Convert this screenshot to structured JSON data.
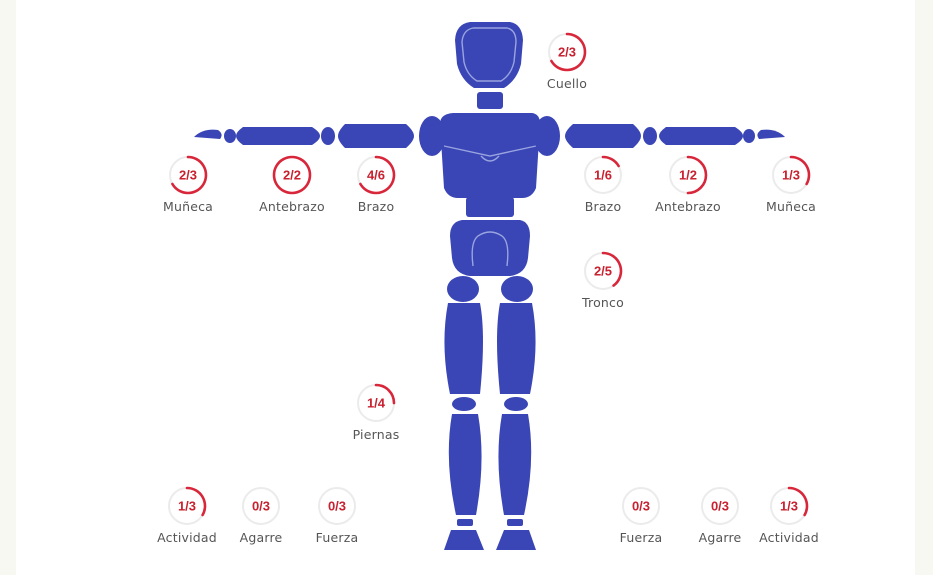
{
  "colors": {
    "figure": "#3a46b5",
    "figure_line": "#9aa4e0",
    "progress": "#d8263a",
    "ring": "#ebebeb"
  },
  "indicators": [
    {
      "id": "cuello",
      "label": "Cuello",
      "value": "2/3",
      "done": 2,
      "total": 3
    },
    {
      "id": "muneca-right",
      "label": "Muñeca",
      "value": "2/3",
      "done": 2,
      "total": 3
    },
    {
      "id": "antebrazo-right",
      "label": "Antebrazo",
      "value": "2/2",
      "done": 2,
      "total": 2
    },
    {
      "id": "brazo-right",
      "label": "Brazo",
      "value": "4/6",
      "done": 4,
      "total": 6
    },
    {
      "id": "brazo-left",
      "label": "Brazo",
      "value": "1/6",
      "done": 1,
      "total": 6
    },
    {
      "id": "antebrazo-left",
      "label": "Antebrazo",
      "value": "1/2",
      "done": 1,
      "total": 2
    },
    {
      "id": "muneca-left",
      "label": "Muñeca",
      "value": "1/3",
      "done": 1,
      "total": 3
    },
    {
      "id": "tronco",
      "label": "Tronco",
      "value": "2/5",
      "done": 2,
      "total": 5
    },
    {
      "id": "piernas",
      "label": "Piernas",
      "value": "1/4",
      "done": 1,
      "total": 4
    },
    {
      "id": "actividad-right",
      "label": "Actividad",
      "value": "1/3",
      "done": 1,
      "total": 3
    },
    {
      "id": "agarre-right",
      "label": "Agarre",
      "value": "0/3",
      "done": 0,
      "total": 3
    },
    {
      "id": "fuerza-right",
      "label": "Fuerza",
      "value": "0/3",
      "done": 0,
      "total": 3
    },
    {
      "id": "fuerza-left",
      "label": "Fuerza",
      "value": "0/3",
      "done": 0,
      "total": 3
    },
    {
      "id": "agarre-left",
      "label": "Agarre",
      "value": "0/3",
      "done": 0,
      "total": 3
    },
    {
      "id": "actividad-left",
      "label": "Actividad",
      "value": "1/3",
      "done": 1,
      "total": 3
    }
  ]
}
